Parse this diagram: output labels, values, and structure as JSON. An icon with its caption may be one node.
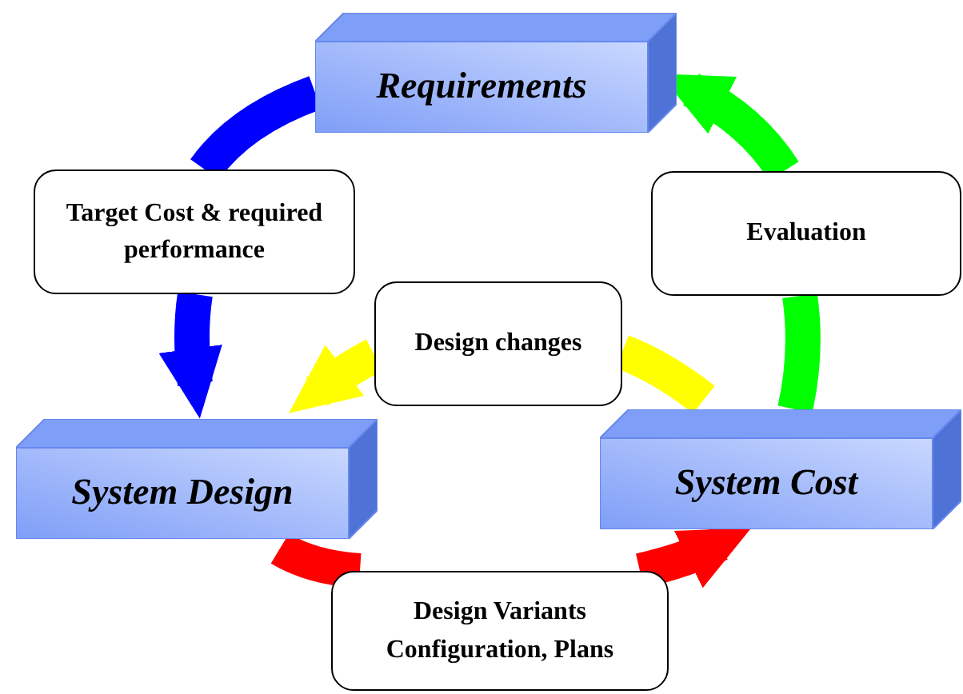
{
  "diagram": {
    "nodes": [
      {
        "text": [
          "Requirements"
        ]
      },
      {
        "text": [
          "Target Cost & required performance"
        ]
      },
      {
        "text": [
          "Evaluation"
        ]
      },
      {
        "text": [
          "Design changes"
        ]
      },
      {
        "text": [
          "System Design"
        ]
      },
      {
        "text": [
          "System Cost"
        ]
      },
      {
        "text": [
          "Design Variants Configuration, Plans"
        ]
      }
    ],
    "edges": [
      {
        "from": 0,
        "to": 1,
        "arrow": "none",
        "color": "#0000ff"
      },
      {
        "from": 1,
        "to": 4,
        "arrow": "to",
        "color": "#0000ff"
      },
      {
        "from": 4,
        "to": 6,
        "arrow": "none",
        "color": "#ff0000"
      },
      {
        "from": 6,
        "to": 5,
        "arrow": "to",
        "color": "#ff0000"
      },
      {
        "from": 5,
        "to": 2,
        "arrow": "none",
        "color": "#00ff00"
      },
      {
        "from": 2,
        "to": 0,
        "arrow": "to",
        "color": "#00ff00"
      },
      {
        "from": 5,
        "to": 3,
        "arrow": "none",
        "color": "#ffff00"
      },
      {
        "from": 3,
        "to": 4,
        "arrow": "to",
        "color": "#ffff00"
      }
    ]
  }
}
